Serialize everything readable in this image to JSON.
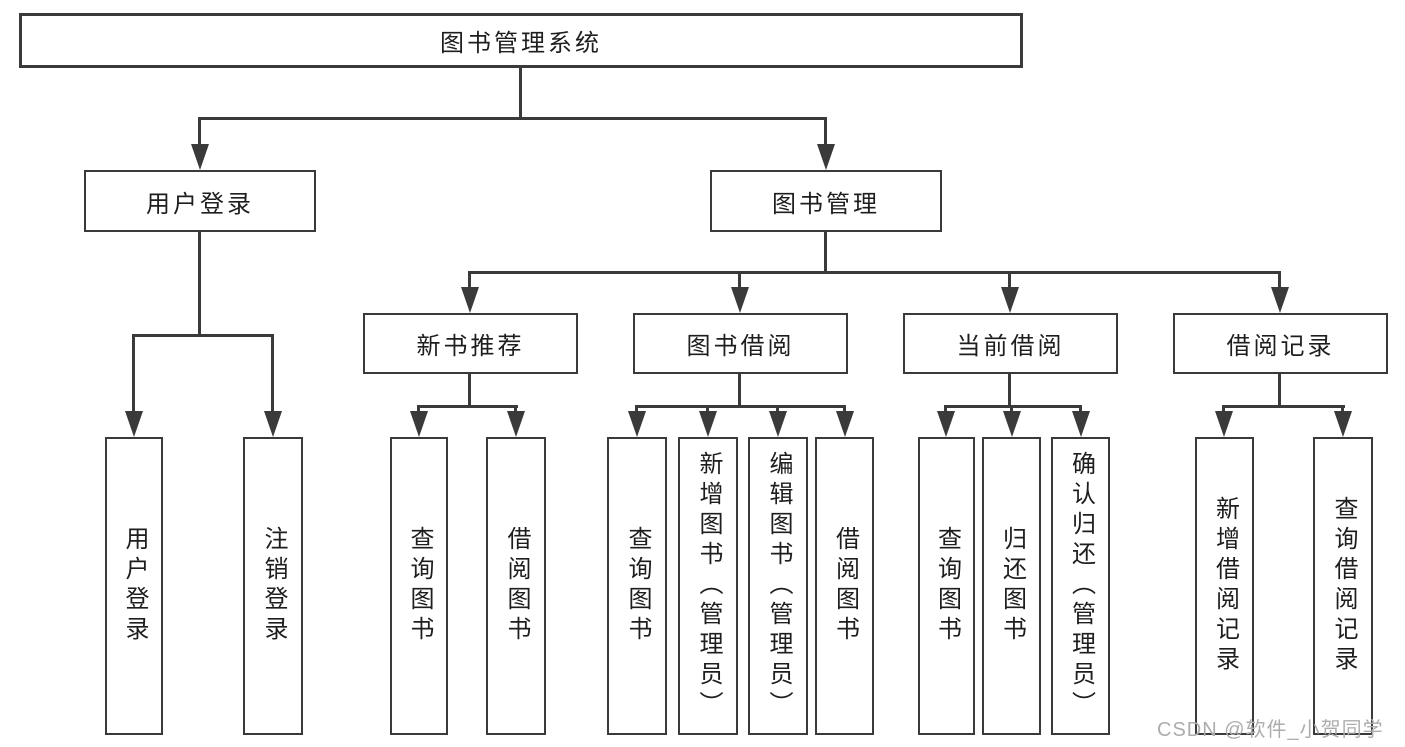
{
  "diagram": {
    "type": "tree",
    "title": "图书管理系统",
    "colors": {
      "background": "#ffffff",
      "line": "#3a3a3a",
      "box_border": "#3a3a3a",
      "text": "#1e1e1e",
      "watermark": "#adadad"
    },
    "root": {
      "label": "图书管理系统"
    },
    "level2": [
      {
        "label": "用户登录"
      },
      {
        "label": "图书管理"
      }
    ],
    "level3": [
      {
        "label": "新书推荐",
        "parent": "图书管理"
      },
      {
        "label": "图书借阅",
        "parent": "图书管理"
      },
      {
        "label": "当前借阅",
        "parent": "图书管理"
      },
      {
        "label": "借阅记录",
        "parent": "图书管理"
      }
    ],
    "leaves": [
      {
        "label": "用户登录",
        "parent": "用户登录"
      },
      {
        "label": "注销登录",
        "parent": "用户登录"
      },
      {
        "label": "查询图书",
        "parent": "新书推荐"
      },
      {
        "label": "借阅图书",
        "parent": "新书推荐"
      },
      {
        "label": "查询图书",
        "parent": "图书借阅"
      },
      {
        "label": "新增图书（管理员）",
        "parent": "图书借阅"
      },
      {
        "label": "编辑图书（管理员）",
        "parent": "图书借阅"
      },
      {
        "label": "借阅图书",
        "parent": "图书借阅"
      },
      {
        "label": "查询图书",
        "parent": "当前借阅"
      },
      {
        "label": "归还图书",
        "parent": "当前借阅"
      },
      {
        "label": "确认归还（管理员）",
        "parent": "当前借阅"
      },
      {
        "label": "新增借阅记录",
        "parent": "借阅记录"
      },
      {
        "label": "查询借阅记录",
        "parent": "借阅记录"
      }
    ],
    "watermark": {
      "text": "CSDN @软件_小贺同学"
    }
  }
}
